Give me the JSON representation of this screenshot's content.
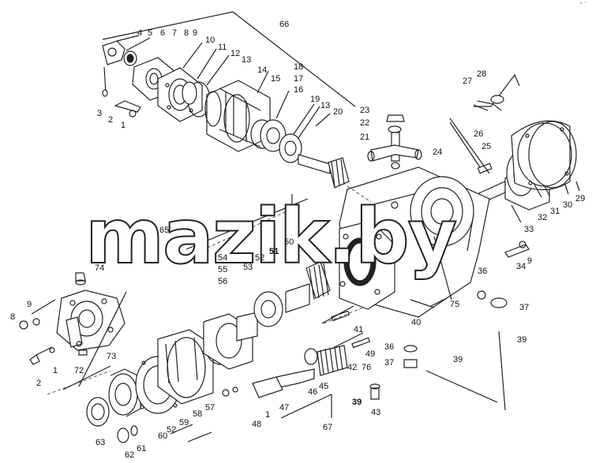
{
  "watermark": "mazik.by",
  "corner_mark": "⌐ ⁼",
  "labels": [
    {
      "id": "66",
      "text": "66"
    },
    {
      "id": "4",
      "text": "4"
    },
    {
      "id": "5",
      "text": "5"
    },
    {
      "id": "6",
      "text": "6"
    },
    {
      "id": "7",
      "text": "7"
    },
    {
      "id": "8",
      "text": "8"
    },
    {
      "id": "9t",
      "text": "9"
    },
    {
      "id": "10",
      "text": "10"
    },
    {
      "id": "11",
      "text": "11"
    },
    {
      "id": "12",
      "text": "12"
    },
    {
      "id": "13t",
      "text": "13"
    },
    {
      "id": "14",
      "text": "14"
    },
    {
      "id": "18",
      "text": "18"
    },
    {
      "id": "17",
      "text": "17"
    },
    {
      "id": "16",
      "text": "16"
    },
    {
      "id": "15",
      "text": "15"
    },
    {
      "id": "19",
      "text": "19"
    },
    {
      "id": "13b",
      "text": "13"
    },
    {
      "id": "20",
      "text": "20"
    },
    {
      "id": "3",
      "text": "3"
    },
    {
      "id": "2t",
      "text": "2"
    },
    {
      "id": "1t",
      "text": "1"
    },
    {
      "id": "23",
      "text": "23"
    },
    {
      "id": "22",
      "text": "22"
    },
    {
      "id": "21",
      "text": "21"
    },
    {
      "id": "27",
      "text": "27"
    },
    {
      "id": "28",
      "text": "28"
    },
    {
      "id": "26",
      "text": "26"
    },
    {
      "id": "25",
      "text": "25"
    },
    {
      "id": "24",
      "text": "24"
    },
    {
      "id": "29",
      "text": "29"
    },
    {
      "id": "30",
      "text": "30"
    },
    {
      "id": "31",
      "text": "31"
    },
    {
      "id": "32",
      "text": "32"
    },
    {
      "id": "33",
      "text": "33"
    },
    {
      "id": "65",
      "text": "65"
    },
    {
      "id": "50",
      "text": "50"
    },
    {
      "id": "54",
      "text": "54"
    },
    {
      "id": "55",
      "text": "55"
    },
    {
      "id": "56",
      "text": "56"
    },
    {
      "id": "53",
      "text": "53"
    },
    {
      "id": "52t",
      "text": "52"
    },
    {
      "id": "51",
      "text": "51"
    },
    {
      "id": "34",
      "text": "34"
    },
    {
      "id": "9r",
      "text": "9"
    },
    {
      "id": "74",
      "text": "74"
    },
    {
      "id": "36r",
      "text": "36"
    },
    {
      "id": "37r",
      "text": "37"
    },
    {
      "id": "75",
      "text": "75"
    },
    {
      "id": "40",
      "text": "40"
    },
    {
      "id": "9l",
      "text": "9"
    },
    {
      "id": "8l",
      "text": "8"
    },
    {
      "id": "1l",
      "text": "1"
    },
    {
      "id": "73",
      "text": "73"
    },
    {
      "id": "72",
      "text": "72"
    },
    {
      "id": "2l",
      "text": "2"
    },
    {
      "id": "41",
      "text": "41"
    },
    {
      "id": "49",
      "text": "49"
    },
    {
      "id": "42",
      "text": "42"
    },
    {
      "id": "76",
      "text": "76"
    },
    {
      "id": "36b",
      "text": "36"
    },
    {
      "id": "37b",
      "text": "37"
    },
    {
      "id": "39a",
      "text": "39"
    },
    {
      "id": "39b",
      "text": "39"
    },
    {
      "id": "45",
      "text": "45"
    },
    {
      "id": "46",
      "text": "46"
    },
    {
      "id": "47",
      "text": "47"
    },
    {
      "id": "1b",
      "text": "1"
    },
    {
      "id": "48",
      "text": "48"
    },
    {
      "id": "57",
      "text": "57"
    },
    {
      "id": "58",
      "text": "58"
    },
    {
      "id": "59",
      "text": "59"
    },
    {
      "id": "52b",
      "text": "52"
    },
    {
      "id": "60",
      "text": "60"
    },
    {
      "id": "61",
      "text": "61"
    },
    {
      "id": "62",
      "text": "62"
    },
    {
      "id": "63",
      "text": "63"
    },
    {
      "id": "67",
      "text": "67"
    },
    {
      "id": "39c",
      "text": "39"
    },
    {
      "id": "43",
      "text": "43"
    }
  ]
}
